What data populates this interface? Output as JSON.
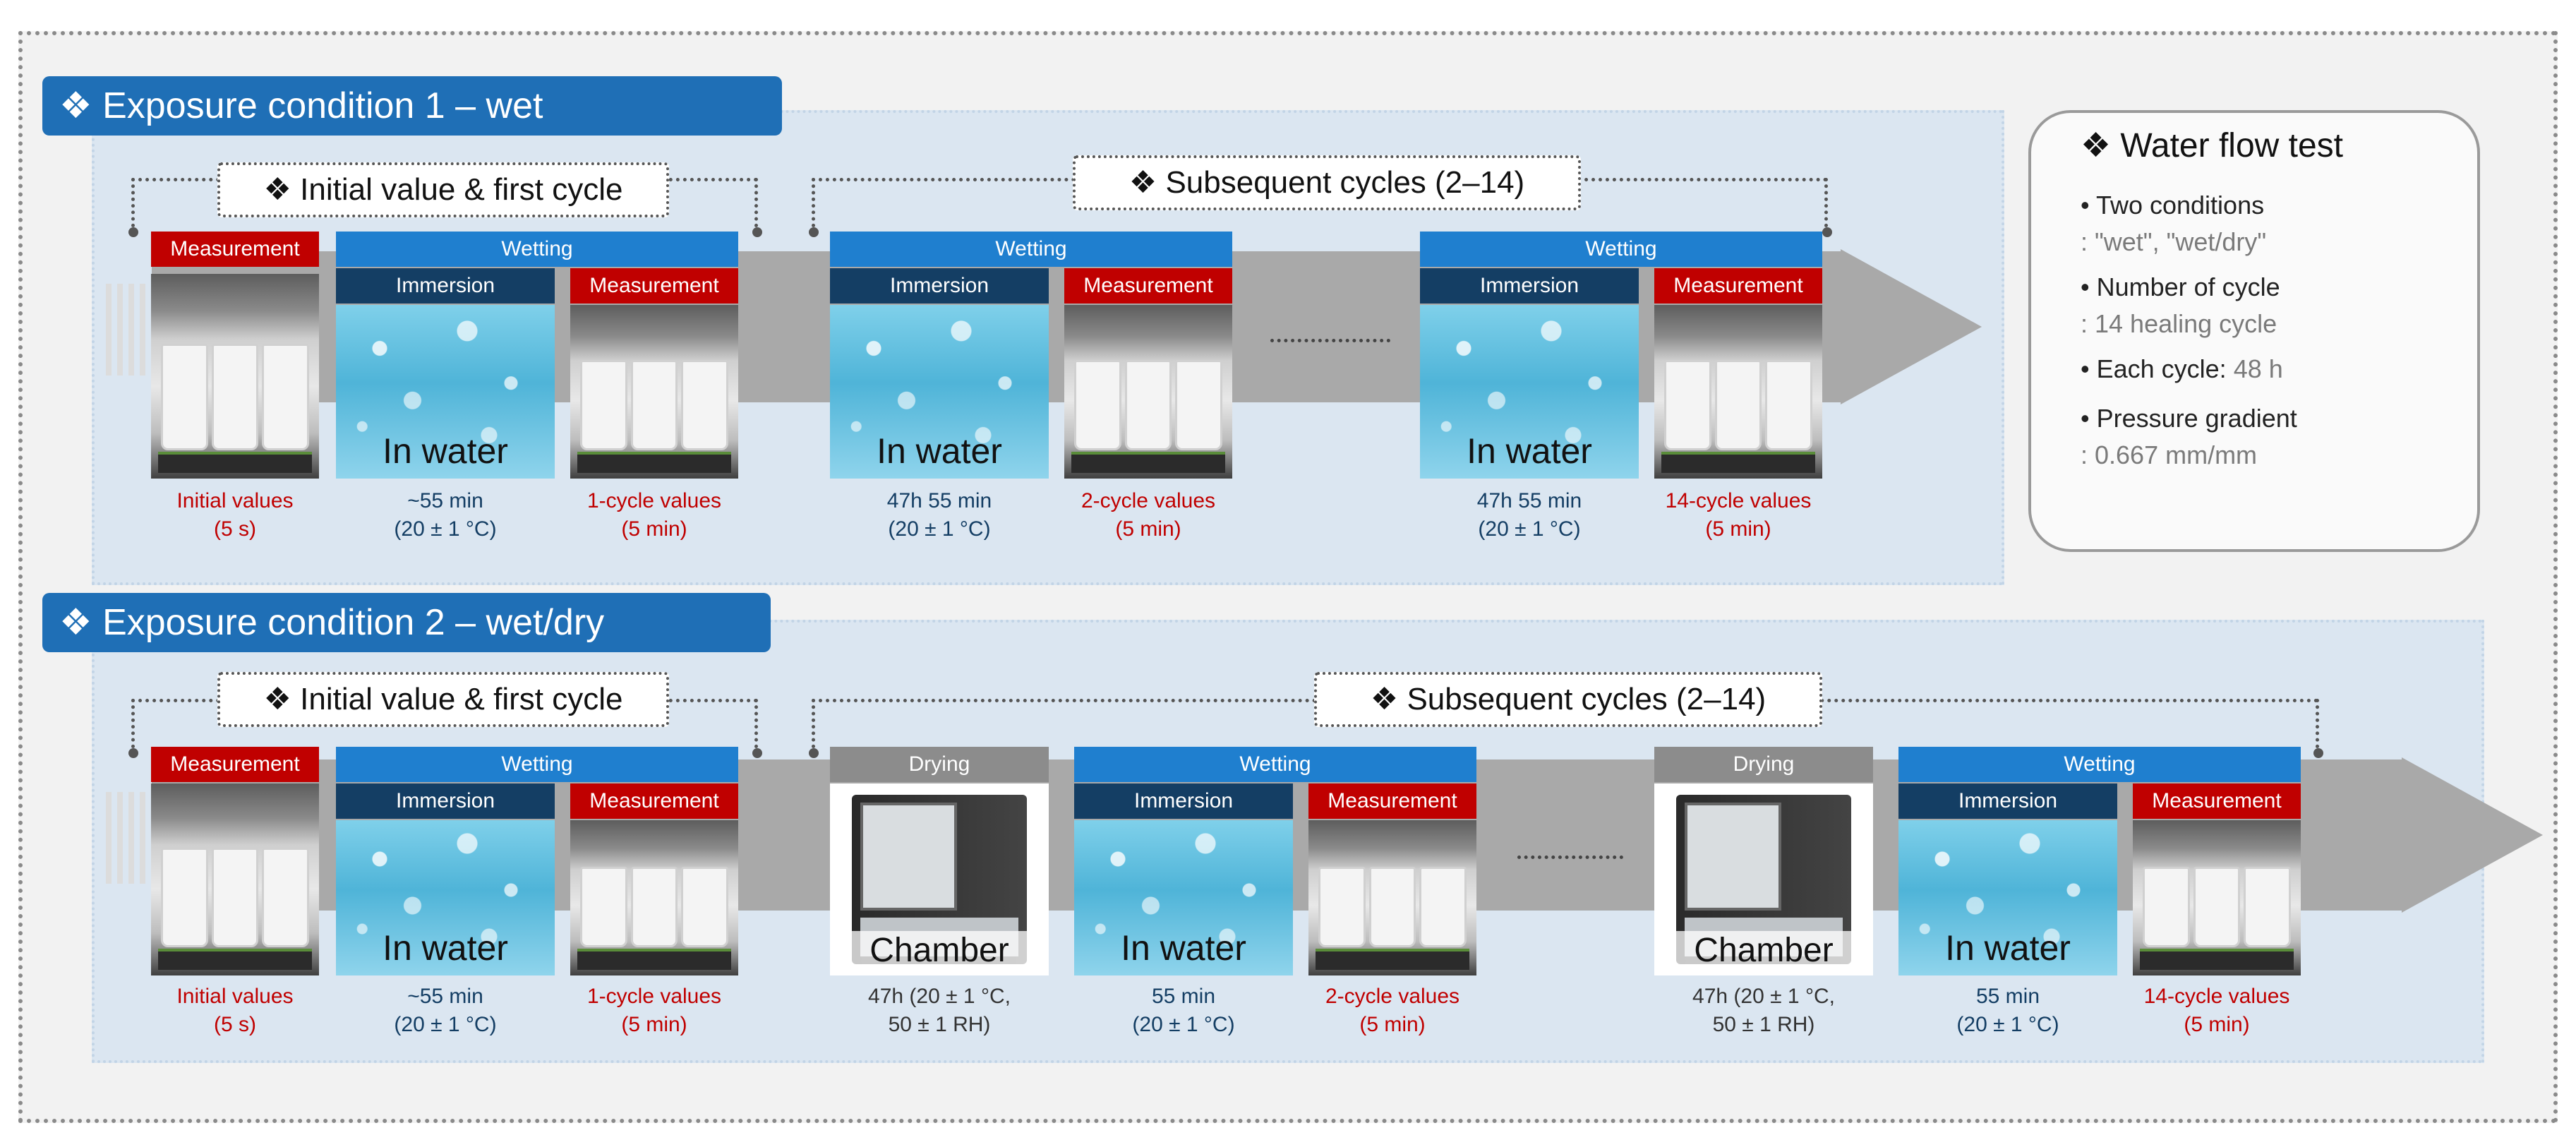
{
  "labels": {
    "measurement": "Measurement",
    "wetting": "Wetting",
    "immersion": "Immersion",
    "drying": "Drying",
    "in_water": "In water",
    "chamber": "Chamber"
  },
  "condition1": {
    "title": "❖ Exposure condition 1 – wet",
    "bracket1": "❖ Initial value & first cycle",
    "bracket2": "❖ Subsequent cycles (2–14)",
    "captions": {
      "initial_a": "Initial values",
      "initial_b": "(5 s)",
      "imm1_a": "~55 min",
      "imm1_b": "(20 ± 1 °C)",
      "c1_a": "1-cycle values",
      "c1_b": "(5 min)",
      "imm2_a": "47h 55 min",
      "imm2_b": "(20 ± 1 °C)",
      "c2_a": "2-cycle values",
      "c2_b": "(5 min)",
      "imm3_a": "47h 55 min",
      "imm3_b": "(20 ± 1 °C)",
      "c14_a": "14-cycle values",
      "c14_b": "(5 min)"
    }
  },
  "condition2": {
    "title": "❖ Exposure condition 2 – wet/dry",
    "bracket1": "❖ Initial value & first cycle",
    "bracket2": "❖ Subsequent cycles (2–14)",
    "captions": {
      "initial_a": "Initial values",
      "initial_b": "(5 s)",
      "imm1_a": "~55 min",
      "imm1_b": "(20 ± 1 °C)",
      "c1_a": "1-cycle values",
      "c1_b": "(5 min)",
      "dry1_a": "47h (20 ± 1 °C,",
      "dry1_b": "50 ± 1 RH)",
      "imm2_a": "55 min",
      "imm2_b": "(20 ± 1 °C)",
      "c2_a": "2-cycle values",
      "c2_b": "(5 min)",
      "dry2_a": "47h (20 ± 1 °C,",
      "dry2_b": "50 ± 1 RH)",
      "imm3_a": "55 min",
      "imm3_b": "(20 ± 1 °C)",
      "c14_a": "14-cycle values",
      "c14_b": "(5 min)"
    }
  },
  "info": {
    "title": "❖  Water flow test",
    "l1": "• Two conditions",
    "l1v": ": \"wet\", \"wet/dry\"",
    "l2": "• Number of cycle",
    "l2v": ": 14 healing cycle",
    "l3": "• Each cycle: ",
    "l3v": "48 h",
    "l4": "• Pressure gradient",
    "l4v": ": 0.667 mm/mm"
  }
}
